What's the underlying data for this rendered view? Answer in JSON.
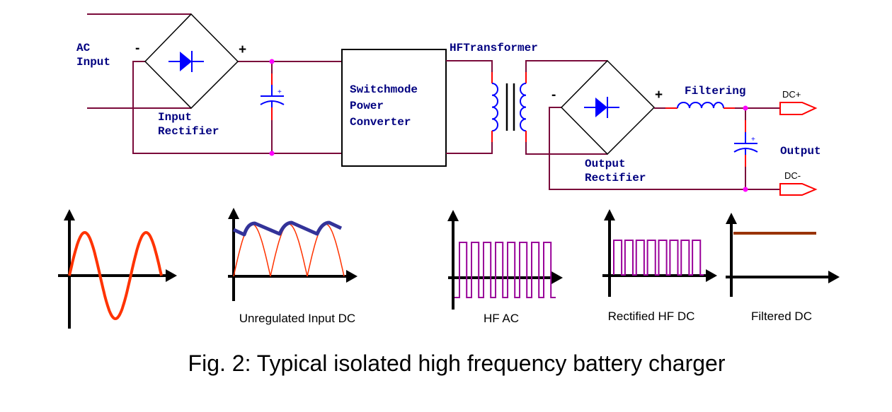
{
  "labels": {
    "ac_input_line1": "AC",
    "ac_input_line2": "Input",
    "input_rectifier_line1": "Input",
    "input_rectifier_line2": "Rectifier",
    "converter_line1": "Switchmode",
    "converter_line2": "Power",
    "converter_line3": "Converter",
    "transformer": "HFTransformer",
    "output_rectifier_line1": "Output",
    "output_rectifier_line2": "Rectifier",
    "filtering": "Filtering",
    "output": "Output",
    "dc_plus": "DC+",
    "dc_minus": "DC-",
    "minus": "-",
    "plus": "+",
    "cap_plus": "+"
  },
  "waveforms": {
    "ac": "",
    "unregulated": "Unregulated Input DC",
    "hf_ac": "HF AC",
    "rectified_hf": "Rectified HF DC",
    "filtered": "Filtered DC"
  },
  "caption": "Fig. 2: Typical isolated high frequency battery charger",
  "colors": {
    "wire": "#7a0a3a",
    "component": "#0000ff",
    "lead": "#ff0000",
    "node": "#ff00ff",
    "text": "#000080",
    "sine": "#ff3300",
    "ripple": "#333399",
    "square": "#990099",
    "dc": "#993300"
  }
}
